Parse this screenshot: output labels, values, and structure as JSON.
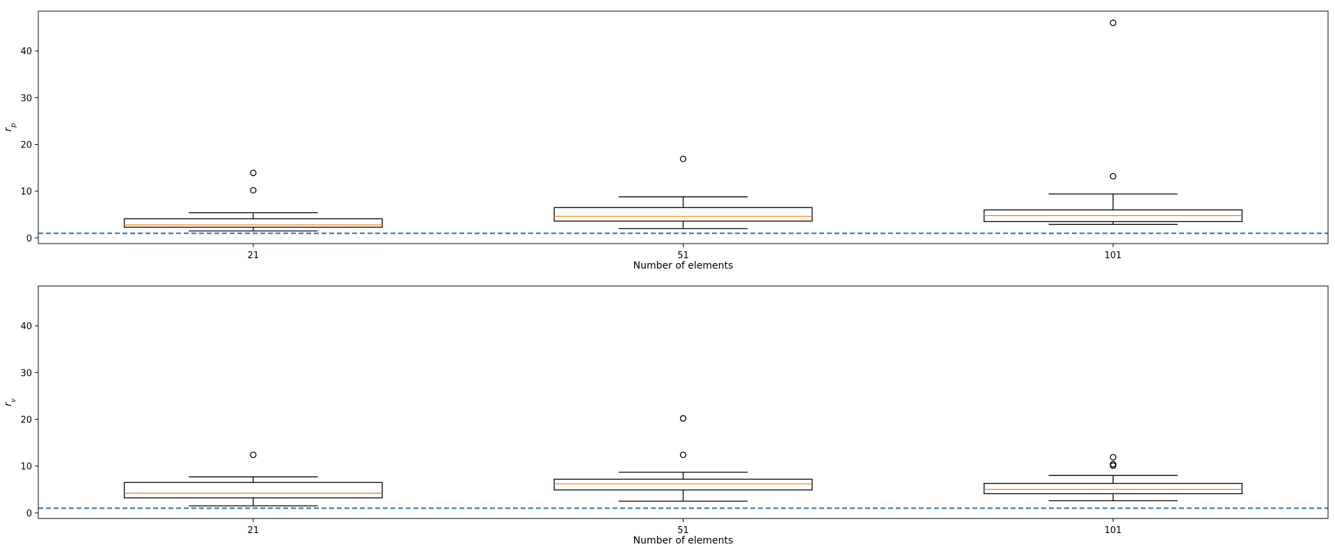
{
  "chart_data": [
    {
      "type": "box",
      "xlabel": "Number of elements",
      "ylabel": "r_p",
      "ylabel_main": "r",
      "ylabel_sub": "p",
      "categories": [
        "21",
        "51",
        "101"
      ],
      "ylim": [
        -1.2,
        48.5
      ],
      "yticks": [
        0,
        10,
        20,
        30,
        40
      ],
      "reference_line": 1,
      "boxes": [
        {
          "category": "21",
          "whisker_low": 1.5,
          "q1": 2.3,
          "median": 2.8,
          "q3": 4.1,
          "whisker_high": 5.4,
          "outliers": [
            10.2,
            13.9
          ]
        },
        {
          "category": "51",
          "whisker_low": 2.0,
          "q1": 3.6,
          "median": 4.6,
          "q3": 6.5,
          "whisker_high": 8.8,
          "outliers": [
            16.9
          ]
        },
        {
          "category": "101",
          "whisker_low": 2.9,
          "q1": 3.5,
          "median": 4.8,
          "q3": 6.0,
          "whisker_high": 9.4,
          "outliers": [
            13.2,
            46.0
          ]
        }
      ]
    },
    {
      "type": "box",
      "xlabel": "Number of elements",
      "ylabel": "r_v",
      "ylabel_main": "r",
      "ylabel_sub": "v",
      "categories": [
        "21",
        "51",
        "101"
      ],
      "ylim": [
        -1.2,
        48.5
      ],
      "yticks": [
        0,
        10,
        20,
        30,
        40
      ],
      "reference_line": 1,
      "boxes": [
        {
          "category": "21",
          "whisker_low": 1.5,
          "q1": 3.2,
          "median": 4.2,
          "q3": 6.5,
          "whisker_high": 7.7,
          "outliers": [
            12.4
          ]
        },
        {
          "category": "51",
          "whisker_low": 2.5,
          "q1": 4.9,
          "median": 6.2,
          "q3": 7.2,
          "whisker_high": 8.7,
          "outliers": [
            12.4,
            20.2
          ]
        },
        {
          "category": "101",
          "whisker_low": 2.6,
          "q1": 4.1,
          "median": 5.0,
          "q3": 6.3,
          "whisker_high": 8.0,
          "outliers": [
            10.1,
            10.4,
            11.9
          ]
        }
      ]
    }
  ],
  "colors": {
    "box": "#000000",
    "median": "#ff7f0e",
    "reference": "#1f77b4"
  }
}
